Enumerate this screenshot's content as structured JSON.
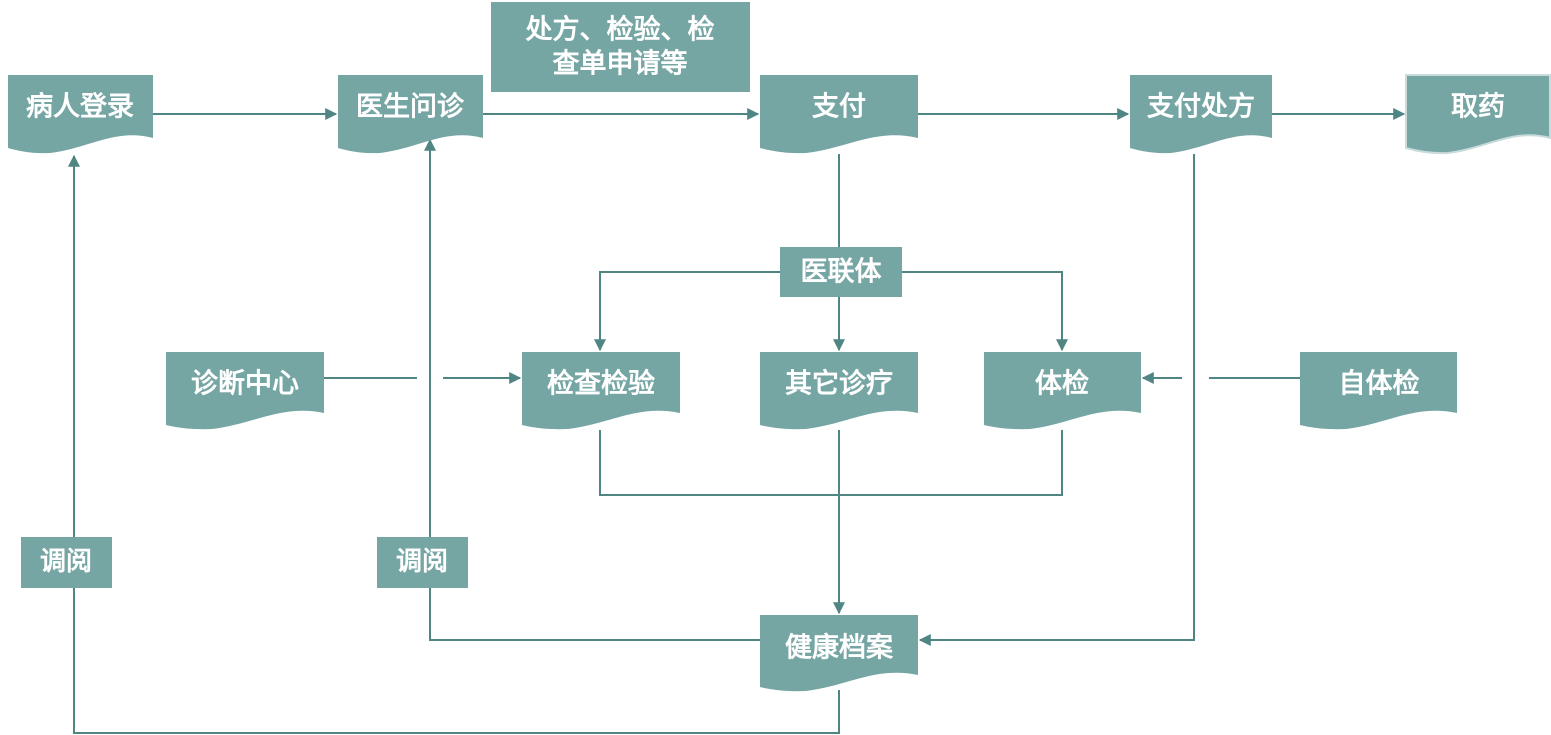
{
  "nodes": {
    "patient_login": "病人登录",
    "doctor_consult": "医生问诊",
    "prescription_note_line1": "处方、检验、检",
    "prescription_note_line2": "查单申请等",
    "payment": "支付",
    "pay_prescription": "支付处方",
    "get_medicine": "取药",
    "medical_alliance": "医联体",
    "diagnosis_center": "诊断中心",
    "exam_test": "检查检验",
    "other_treatment": "其它诊疗",
    "physical_exam": "体检",
    "self_exam": "自体检",
    "review_left": "调阅",
    "review_mid": "调阅",
    "health_record": "健康档案"
  }
}
